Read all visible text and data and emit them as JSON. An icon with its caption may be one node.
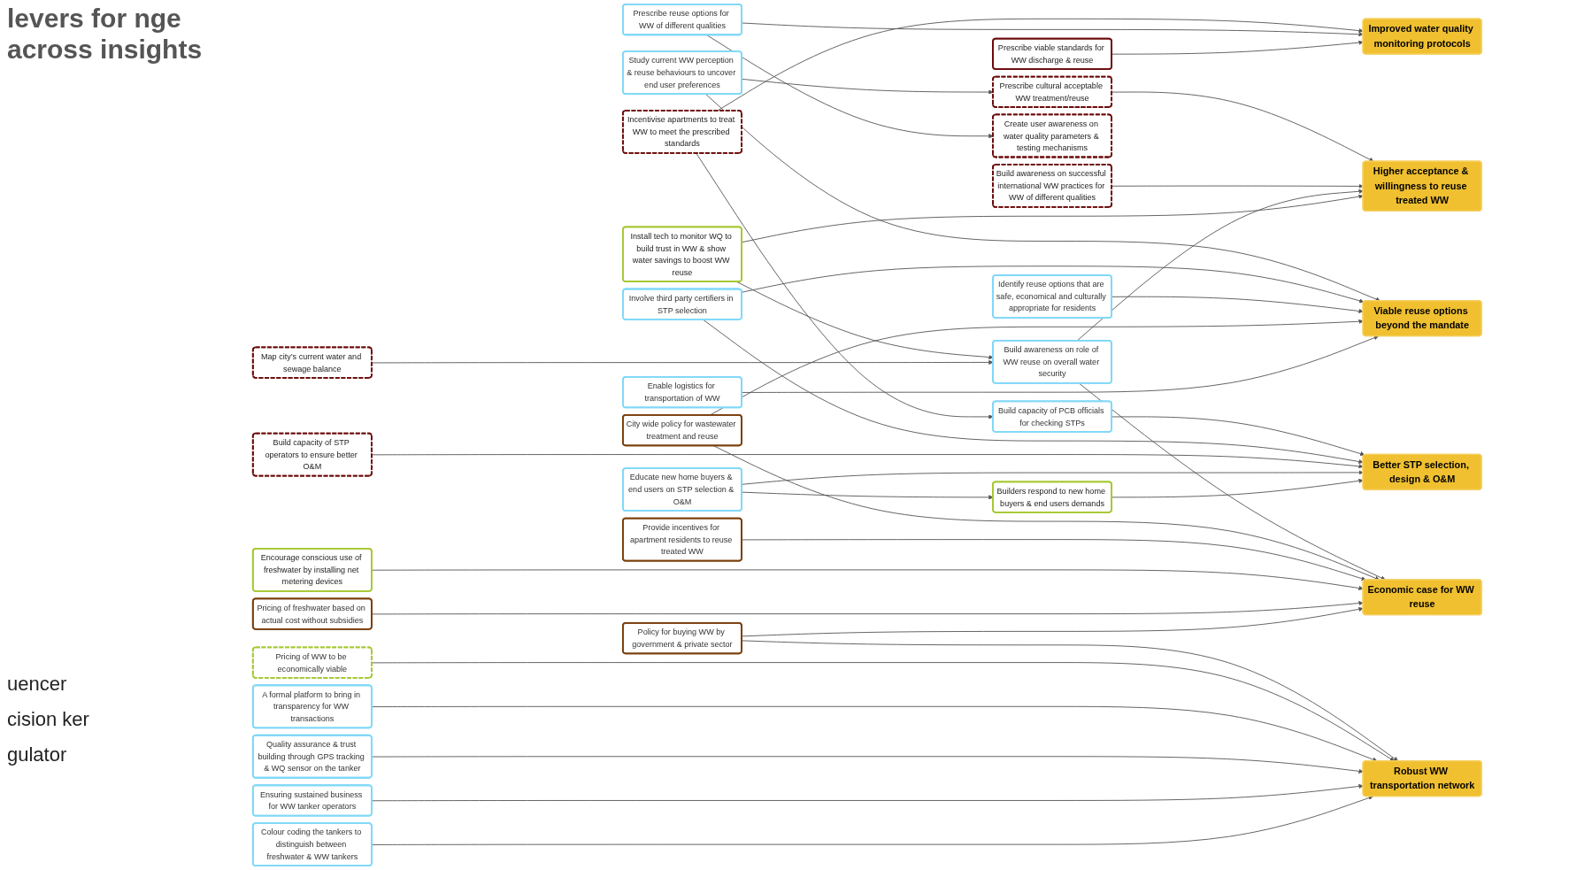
{
  "diagram": {
    "title": "levers for nge across insights",
    "nodes": [
      {
        "text": [
          "Study current WW perception & reuse behaviours to uncover end user preferences"
        ]
      },
      {
        "text": [
          "Prescribe cultural acceptable WW treatment/reuse"
        ]
      },
      {
        "text": [
          "Incentivise apartments to treat WW to meet the prescribed standards"
        ]
      },
      {
        "text": [
          "Prescribe reuse options for WW of different qualities"
        ]
      },
      {
        "text": [
          "Higher acceptance & willingness to reuse treated WW"
        ]
      },
      {
        "text": [
          "Build awareness on successful international WW practices for WW of different qualities"
        ]
      },
      {
        "text": [
          "Improved water quality monitoring protocols"
        ]
      },
      {
        "text": [
          "Build capacity of PCB officials for checking STPs"
        ]
      },
      {
        "text": [
          "Build awareness on role of WW reuse on overall water security"
        ]
      },
      {
        "text": [
          "Install tech to monitor WQ to build trust in WW & show water savings to boost WW reuse"
        ]
      },
      {
        "text": [
          "Map city’s current water and sewage balance"
        ]
      },
      {
        "text": [
          "Involve third party certifiers in STP selection"
        ]
      },
      {
        "text": [
          "Create user awareness on water quality parameters & testing mechanisms"
        ]
      },
      {
        "text": [
          "Prescribe viable standards for WW discharge & reuse"
        ]
      },
      {
        "text": [
          "Identify reuse options that are safe, economical and culturally appropriate for residents"
        ]
      },
      {
        "text": [
          "Viable reuse options beyond the mandate"
        ]
      },
      {
        "text": [
          "A formal platform to bring in transparency for WW transactions"
        ]
      },
      {
        "text": [
          "Better STP selection, design & O&M"
        ]
      },
      {
        "text": [
          "Builders respond to new home buyers & end users demands"
        ]
      },
      {
        "text": [
          "City wide policy for wastewater treatment and reuse"
        ]
      },
      {
        "text": [
          "Enable logistics for transportation of WW"
        ]
      },
      {
        "text": [
          "Pricing of WW to be economically viable"
        ]
      },
      {
        "text": [
          "Build capacity of STP operators to ensure better O&M"
        ]
      },
      {
        "text": [
          "Educate new home buyers & end users on STP selection & O&M"
        ]
      },
      {
        "text": [
          "Provide incentives for apartment residents to reuse treated WW"
        ]
      },
      {
        "text": [
          "Economic case for WW reuse"
        ]
      },
      {
        "text": [
          "Policy for buying WW by government & private sector"
        ]
      },
      {
        "text": [
          "Robust WW transportation network"
        ]
      },
      {
        "text": [
          "Colour coding the tankers to distinguish between freshwater & WW tankers"
        ]
      },
      {
        "text": [
          "Encourage conscious use of freshwater by installing net metering devices"
        ]
      },
      {
        "text": [
          "Pricing of freshwater based on actual cost without subsidies"
        ]
      },
      {
        "text": [
          "Quality assurance & trust building through GPS tracking & WQ sensor on the tanker"
        ]
      },
      {
        "text": [
          "Ensuring sustained business for WW tanker operators"
        ]
      }
    ],
    "edges": [
      {
        "from": 0,
        "to": 1,
        "arrow": "to"
      },
      {
        "from": 1,
        "to": 4,
        "arrow": "to"
      },
      {
        "from": 5,
        "to": 4,
        "arrow": "to"
      },
      {
        "from": 0,
        "to": 15,
        "arrow": "to"
      },
      {
        "from": 8,
        "to": 4,
        "arrow": "to"
      },
      {
        "from": 9,
        "to": 8,
        "arrow": "to"
      },
      {
        "from": 9,
        "to": 4,
        "arrow": "to"
      },
      {
        "from": 10,
        "to": 8,
        "arrow": "to"
      },
      {
        "from": 8,
        "to": 25,
        "arrow": "to"
      },
      {
        "from": 2,
        "to": 6,
        "arrow": "to"
      },
      {
        "from": 2,
        "to": 7,
        "arrow": "to"
      },
      {
        "from": 3,
        "to": 6,
        "arrow": "to"
      },
      {
        "from": 3,
        "to": 12,
        "arrow": "to"
      },
      {
        "from": 7,
        "to": 17,
        "arrow": "to"
      },
      {
        "from": 13,
        "to": 6,
        "arrow": "to"
      },
      {
        "from": 11,
        "to": 15,
        "arrow": "to"
      },
      {
        "from": 11,
        "to": 17,
        "arrow": "to"
      },
      {
        "from": 14,
        "to": 15,
        "arrow": "to"
      },
      {
        "from": 19,
        "to": 15,
        "arrow": "to"
      },
      {
        "from": 19,
        "to": 25,
        "arrow": "to"
      },
      {
        "from": 20,
        "to": 15,
        "arrow": "to"
      },
      {
        "from": 24,
        "to": 25,
        "arrow": "to"
      },
      {
        "from": 29,
        "to": 25,
        "arrow": "to"
      },
      {
        "from": 30,
        "to": 25,
        "arrow": "to"
      },
      {
        "from": 26,
        "to": 25,
        "arrow": "to"
      },
      {
        "from": 26,
        "to": 27,
        "arrow": "to"
      },
      {
        "from": 21,
        "to": 27,
        "arrow": "to"
      },
      {
        "from": 16,
        "to": 27,
        "arrow": "to"
      },
      {
        "from": 31,
        "to": 27,
        "arrow": "to"
      },
      {
        "from": 32,
        "to": 27,
        "arrow": "to"
      },
      {
        "from": 28,
        "to": 27,
        "arrow": "to"
      },
      {
        "from": 22,
        "to": 17,
        "arrow": "to"
      },
      {
        "from": 23,
        "to": 17,
        "arrow": "to"
      },
      {
        "from": 23,
        "to": 18,
        "arrow": "to"
      },
      {
        "from": 18,
        "to": 17,
        "arrow": "to"
      }
    ],
    "labels": [
      "uencer",
      "cision ker",
      "gulator"
    ]
  }
}
